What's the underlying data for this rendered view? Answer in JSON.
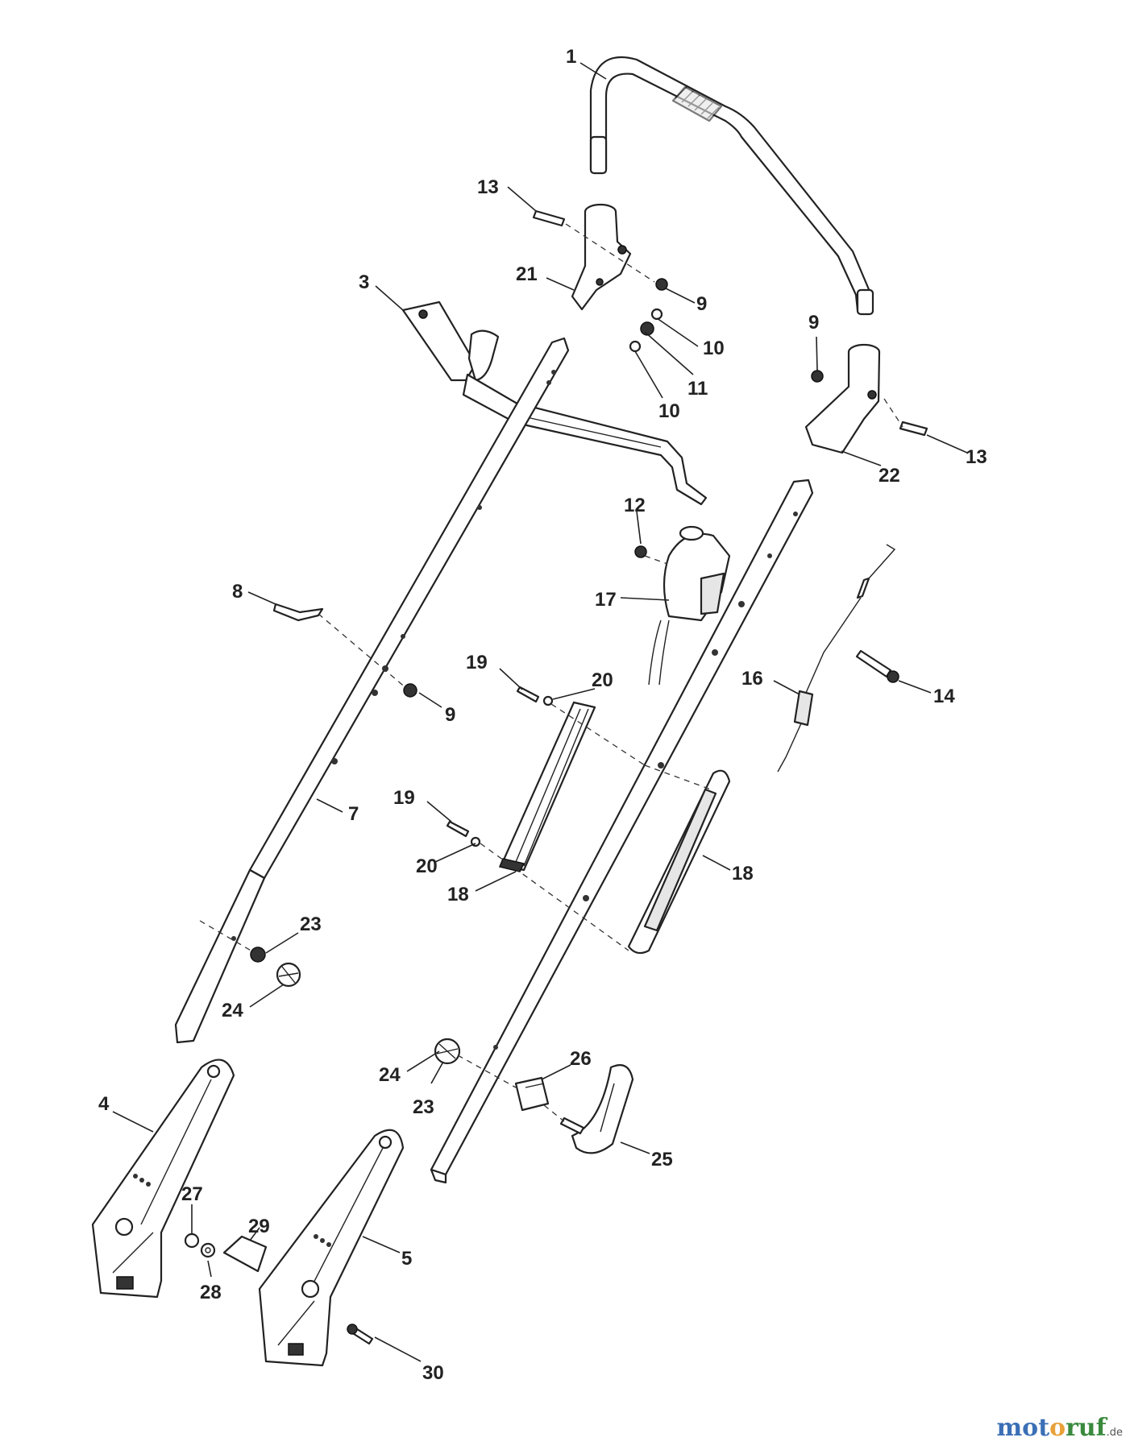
{
  "callouts": {
    "c1": "1",
    "c3": "3",
    "c4": "4",
    "c5": "5",
    "c7": "7",
    "c8": "8",
    "c9a": "9",
    "c9b": "9",
    "c9c": "9",
    "c10a": "10",
    "c10b": "10",
    "c11": "11",
    "c12": "12",
    "c13a": "13",
    "c13b": "13",
    "c14": "14",
    "c16": "16",
    "c17": "17",
    "c18a": "18",
    "c18b": "18",
    "c19a": "19",
    "c19b": "19",
    "c20a": "20",
    "c20b": "20",
    "c21": "21",
    "c22": "22",
    "c23a": "23",
    "c23b": "23",
    "c24a": "24",
    "c24b": "24",
    "c25": "25",
    "c26": "26",
    "c27": "27",
    "c28": "28",
    "c29": "29",
    "c30": "30"
  },
  "watermark": {
    "part_a": "mot",
    "part_b": "o",
    "part_c": "ruf",
    "suffix": ".de"
  }
}
